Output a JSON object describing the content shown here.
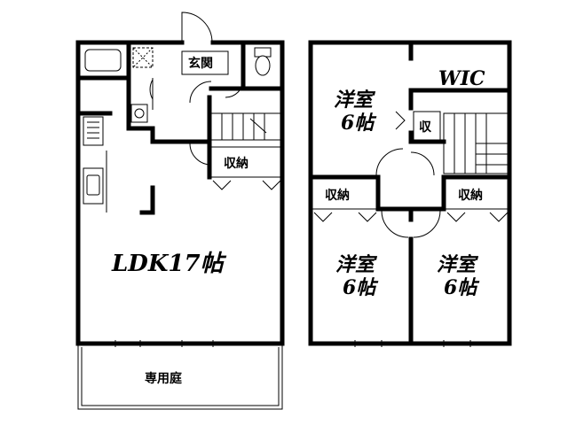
{
  "floor1": {
    "ldk": "LDK17帖",
    "entrance": "玄関",
    "storage": "収納",
    "garden": "専用庭"
  },
  "floor2": {
    "room_north_l1": "洋室",
    "room_north_l2": "6帖",
    "wic": "WIC",
    "storage_small": "収",
    "storage_left": "収納",
    "storage_right": "収納",
    "room_sw_l1": "洋室",
    "room_sw_l2": "6帖",
    "room_se_l1": "洋室",
    "room_se_l2": "6帖"
  }
}
